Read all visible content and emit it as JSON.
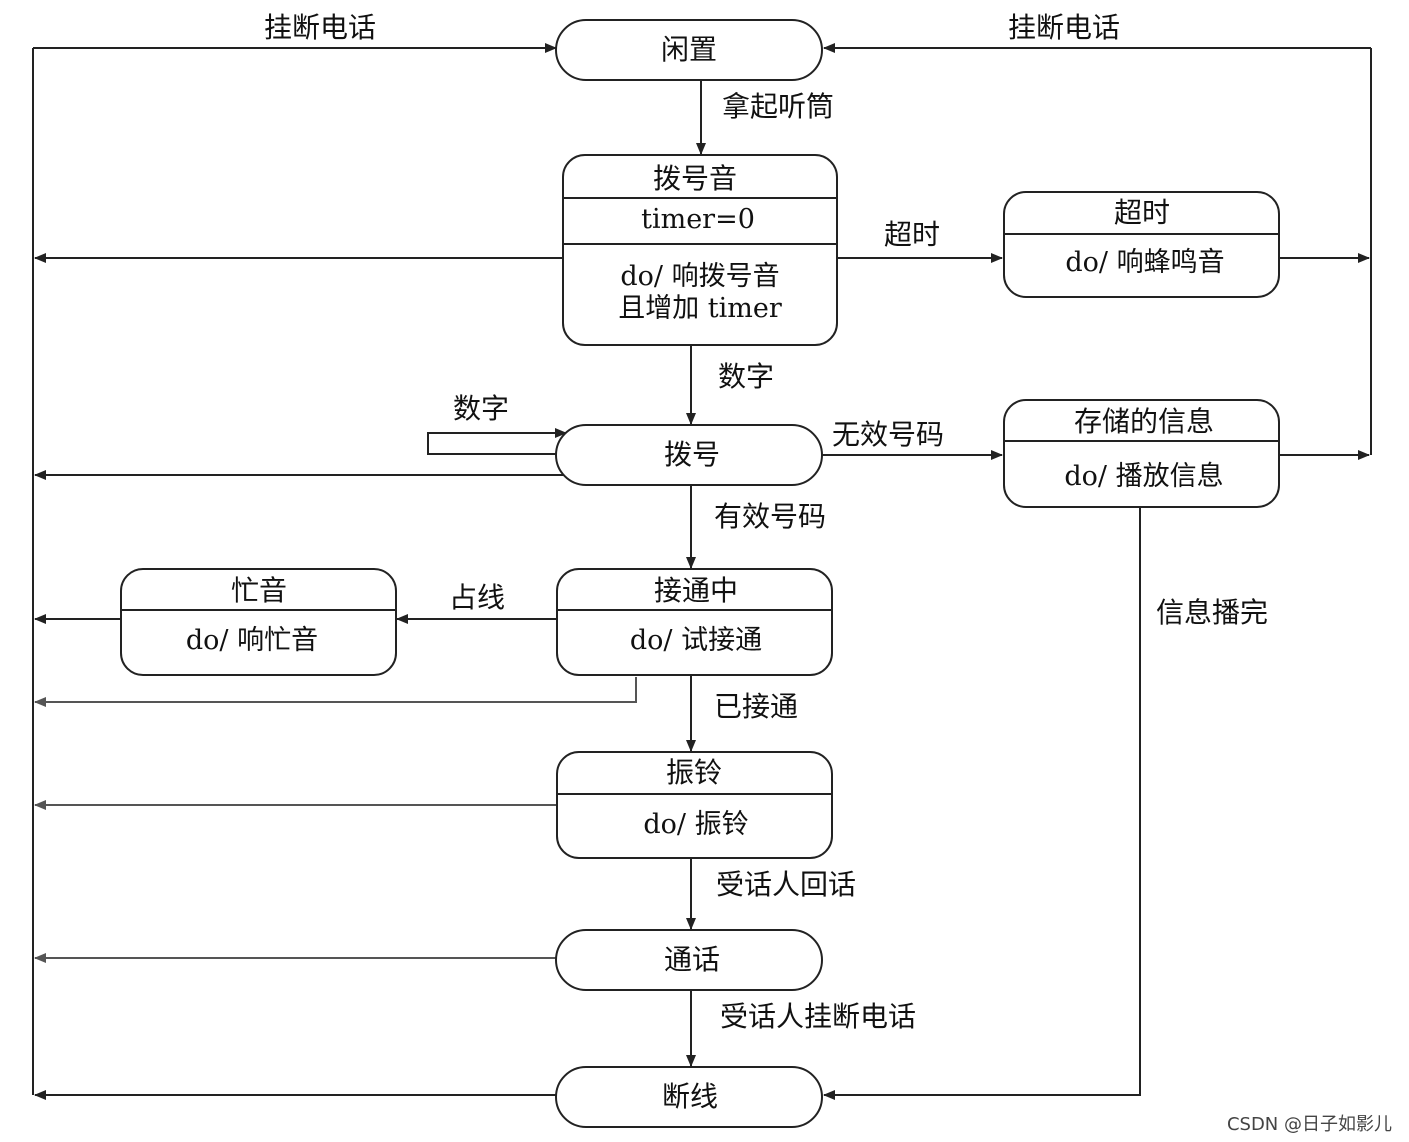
{
  "states": {
    "idle": {
      "name": "闲置"
    },
    "dialtone": {
      "name": "拨号音",
      "var": "timer=0",
      "act1": "do/ 响拨号音",
      "act2": "且增加 timer"
    },
    "timeout": {
      "name": "超时",
      "act": "do/ 响蜂鸣音"
    },
    "dialing": {
      "name": "拨号"
    },
    "stored": {
      "name": "存储的信息",
      "act": "do/ 播放信息"
    },
    "connecting": {
      "name": "接通中",
      "act": "do/ 试接通"
    },
    "busy": {
      "name": "忙音",
      "act": "do/ 响忙音"
    },
    "ringing": {
      "name": "振铃",
      "act": "do/ 振铃"
    },
    "talking": {
      "name": "通话"
    },
    "disconnected": {
      "name": "断线"
    }
  },
  "transitions": {
    "hangup_left": "挂断电话",
    "hangup_right": "挂断电话",
    "pickup": "拿起听筒",
    "timeout": "超时",
    "digit_down": "数字",
    "digit_self": "数字",
    "invalid": "无效号码",
    "valid": "有效号码",
    "busy": "占线",
    "connected": "已接通",
    "answer": "受话人回话",
    "callee_hangup": "受话人挂断电话",
    "msg_done": "信息播完"
  },
  "watermark": "CSDN @日子如影儿"
}
